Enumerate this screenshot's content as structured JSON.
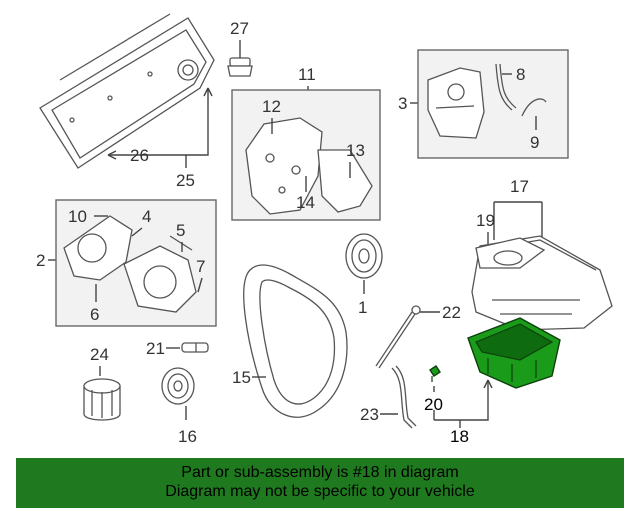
{
  "labels": {
    "l1": "1",
    "l2": "2",
    "l3": "3",
    "l4": "4",
    "l5": "5",
    "l6": "6",
    "l7": "7",
    "l8": "8",
    "l9": "9",
    "l10": "10",
    "l11": "11",
    "l12": "12",
    "l13": "13",
    "l14": "14",
    "l15": "15",
    "l16": "16",
    "l17": "17",
    "l18": "18",
    "l19": "19",
    "l20": "20",
    "l21": "21",
    "l22": "22",
    "l23": "23",
    "l24": "24",
    "l25": "25",
    "l26": "26",
    "l27": "27"
  },
  "highlight_color": "#1a9c1a",
  "banner": {
    "line1": "Part or sub-assembly is #18 in diagram",
    "line2": "Diagram may not be specific to your vehicle",
    "background": "#1f7a1f"
  }
}
